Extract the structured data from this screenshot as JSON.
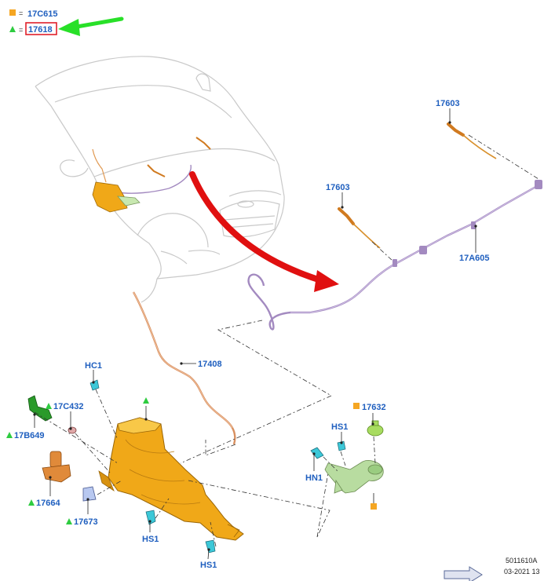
{
  "legend": {
    "square_symbol_color": "#f5a623",
    "triangle_symbol_color": "#2ecc40",
    "equals": "=",
    "square_part": "17C615",
    "triangle_part": "17618",
    "highlight_box_color": "#e0202a",
    "pointer_arrow_color": "#28e028"
  },
  "labels": {
    "p17603_top": "17603",
    "p17603_mid": "17603",
    "p17A605": "17A605",
    "p17408": "17408",
    "pHC1": "HC1",
    "p17C432": "17C432",
    "p17B649": "17B649",
    "p17632": "17632",
    "pHS1_right": "HS1",
    "pHN1": "HN1",
    "p17664": "17664",
    "p17673": "17673",
    "pHS1_bottom_a": "HS1",
    "pHS1_bottom_b": "HS1"
  },
  "footer": {
    "ref_number": "5011610A",
    "date": "03-2021 13"
  },
  "colors": {
    "label_blue": "#1f5fbf",
    "reservoir_orange": "#f0a818",
    "hose_purple": "#a38ac0",
    "pump_green": "#2a9a2a",
    "filler_green": "#b8dca0",
    "clip_cyan": "#3cc8d8",
    "direction_arrow_red": "#e01010"
  }
}
